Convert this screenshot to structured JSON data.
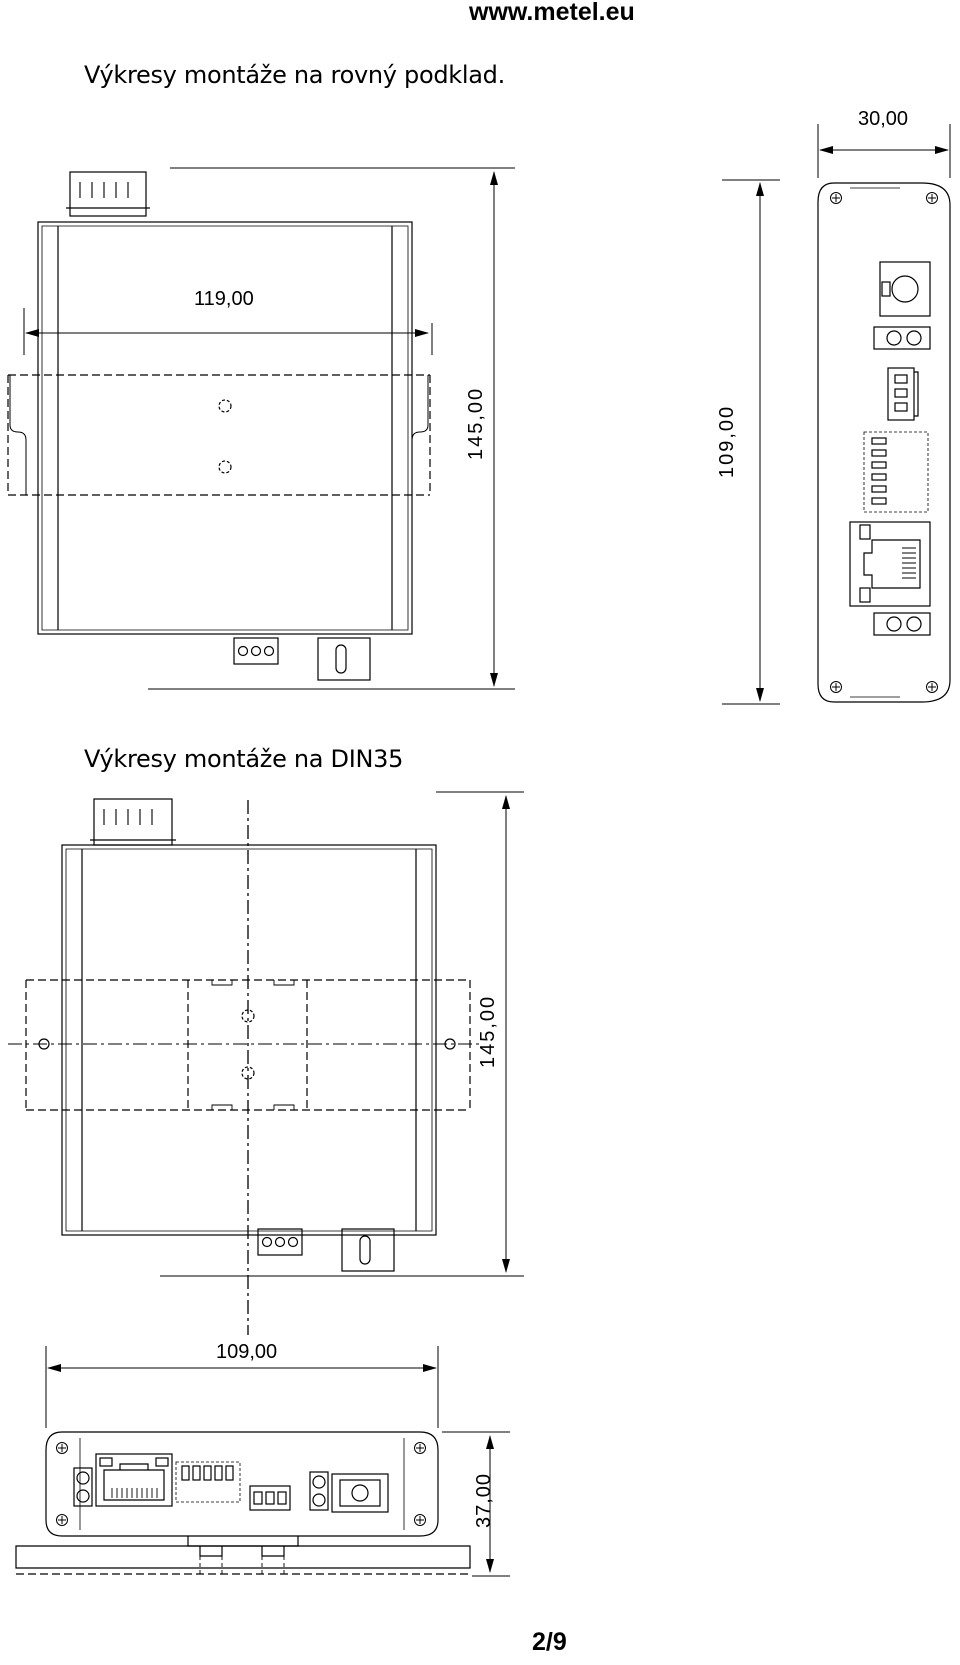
{
  "header": {
    "website": "www.metel.eu"
  },
  "sections": [
    {
      "title": "Výkresy montáže na rovný podklad.",
      "dimensions": {
        "width": "119,00",
        "height": "145,00",
        "side_height": "109,00",
        "side_width": "30,00"
      }
    },
    {
      "title": "Výkresy montáže na DIN35",
      "dimensions": {
        "height": "145,00",
        "front_width": "109,00",
        "front_height": "37,00"
      }
    }
  ],
  "footer": {
    "page": "2/9"
  }
}
